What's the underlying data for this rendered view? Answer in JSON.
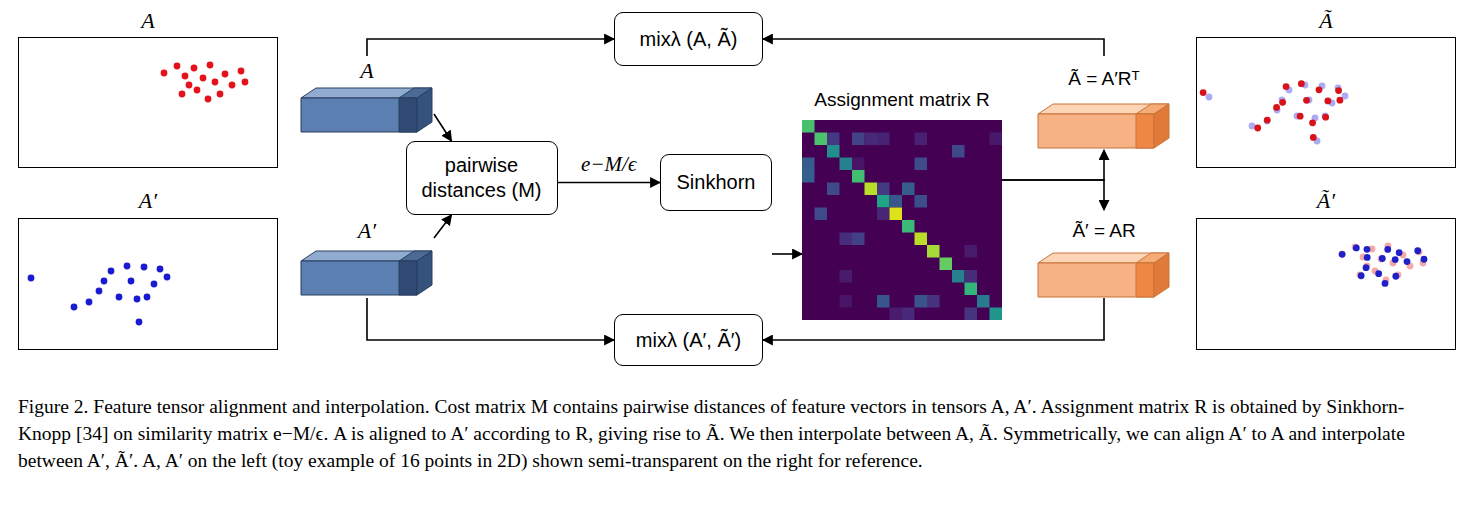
{
  "diagram": {
    "caption": "Figure 2. Feature tensor alignment and interpolation. Cost matrix M contains pairwise distances of feature vectors in tensors A, A′. Assignment matrix R is obtained by Sinkhorn-Knopp [34] on similarity matrix e−M/ϵ. A is aligned to A′ according to R, giving rise to Ã. We then interpolate between A, Ã. Symmetrically, we can align A′ to A and interpolate between A′, Ã′. A, A′ on the left (toy example of 16 points in 2D) shown semi-transparent on the right for reference.",
    "nodes": [
      {
        "text": [
          "A"
        ]
      },
      {
        "text": [
          "A"
        ]
      },
      {
        "text": [
          "mixλ (A, Ã)"
        ]
      },
      {
        "text": [
          "pairwise distances (M)"
        ]
      },
      {
        "text": [
          "Sinkhorn"
        ]
      },
      {
        "text": [
          "Assignment matrix R"
        ]
      },
      {
        "text": [
          "Ã = A′Rᵀ"
        ]
      },
      {
        "text": [
          "Ã"
        ]
      },
      {
        "text": [
          "A′"
        ]
      },
      {
        "text": [
          "A′"
        ]
      },
      {
        "text": [
          "mixλ (A′, Ã′)"
        ]
      },
      {
        "text": [
          "Ã′ = AR"
        ]
      },
      {
        "text": [
          "Ã′"
        ]
      }
    ],
    "edges": [
      {
        "from": 1,
        "to": 2,
        "arrow": "to"
      },
      {
        "from": 6,
        "to": 2,
        "arrow": "to"
      },
      {
        "from": 1,
        "to": 3,
        "arrow": "to"
      },
      {
        "from": 9,
        "to": 3,
        "arrow": "to"
      },
      {
        "from": 3,
        "to": 4,
        "label": "e−M/ϵ",
        "arrow": "to"
      },
      {
        "from": 4,
        "to": 5,
        "arrow": "to"
      },
      {
        "from": 5,
        "to": 6,
        "arrow": "to"
      },
      {
        "from": 5,
        "to": 11,
        "arrow": "to"
      },
      {
        "from": 9,
        "to": 10,
        "arrow": "to"
      },
      {
        "from": 11,
        "to": 10,
        "arrow": "to"
      }
    ]
  }
}
